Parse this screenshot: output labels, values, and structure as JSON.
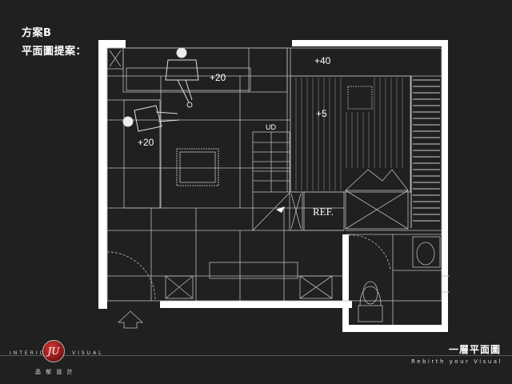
{
  "header": {
    "scheme": "方案B",
    "proposal": "平面圖提案："
  },
  "plan": {
    "labels": {
      "elev_top": "+40",
      "elev_bench": "+20",
      "elev_left": "+20",
      "elev_right": "+5",
      "stair": "UD",
      "fridge": "REF."
    }
  },
  "footer": {
    "brand_left": "INTERIOR",
    "brand_right": "VISUAL",
    "logo": "JU",
    "brand_cn": "晶 郁 設 計",
    "floor_title": "一層平面圖",
    "slogan": "Rebirth your Visual"
  }
}
